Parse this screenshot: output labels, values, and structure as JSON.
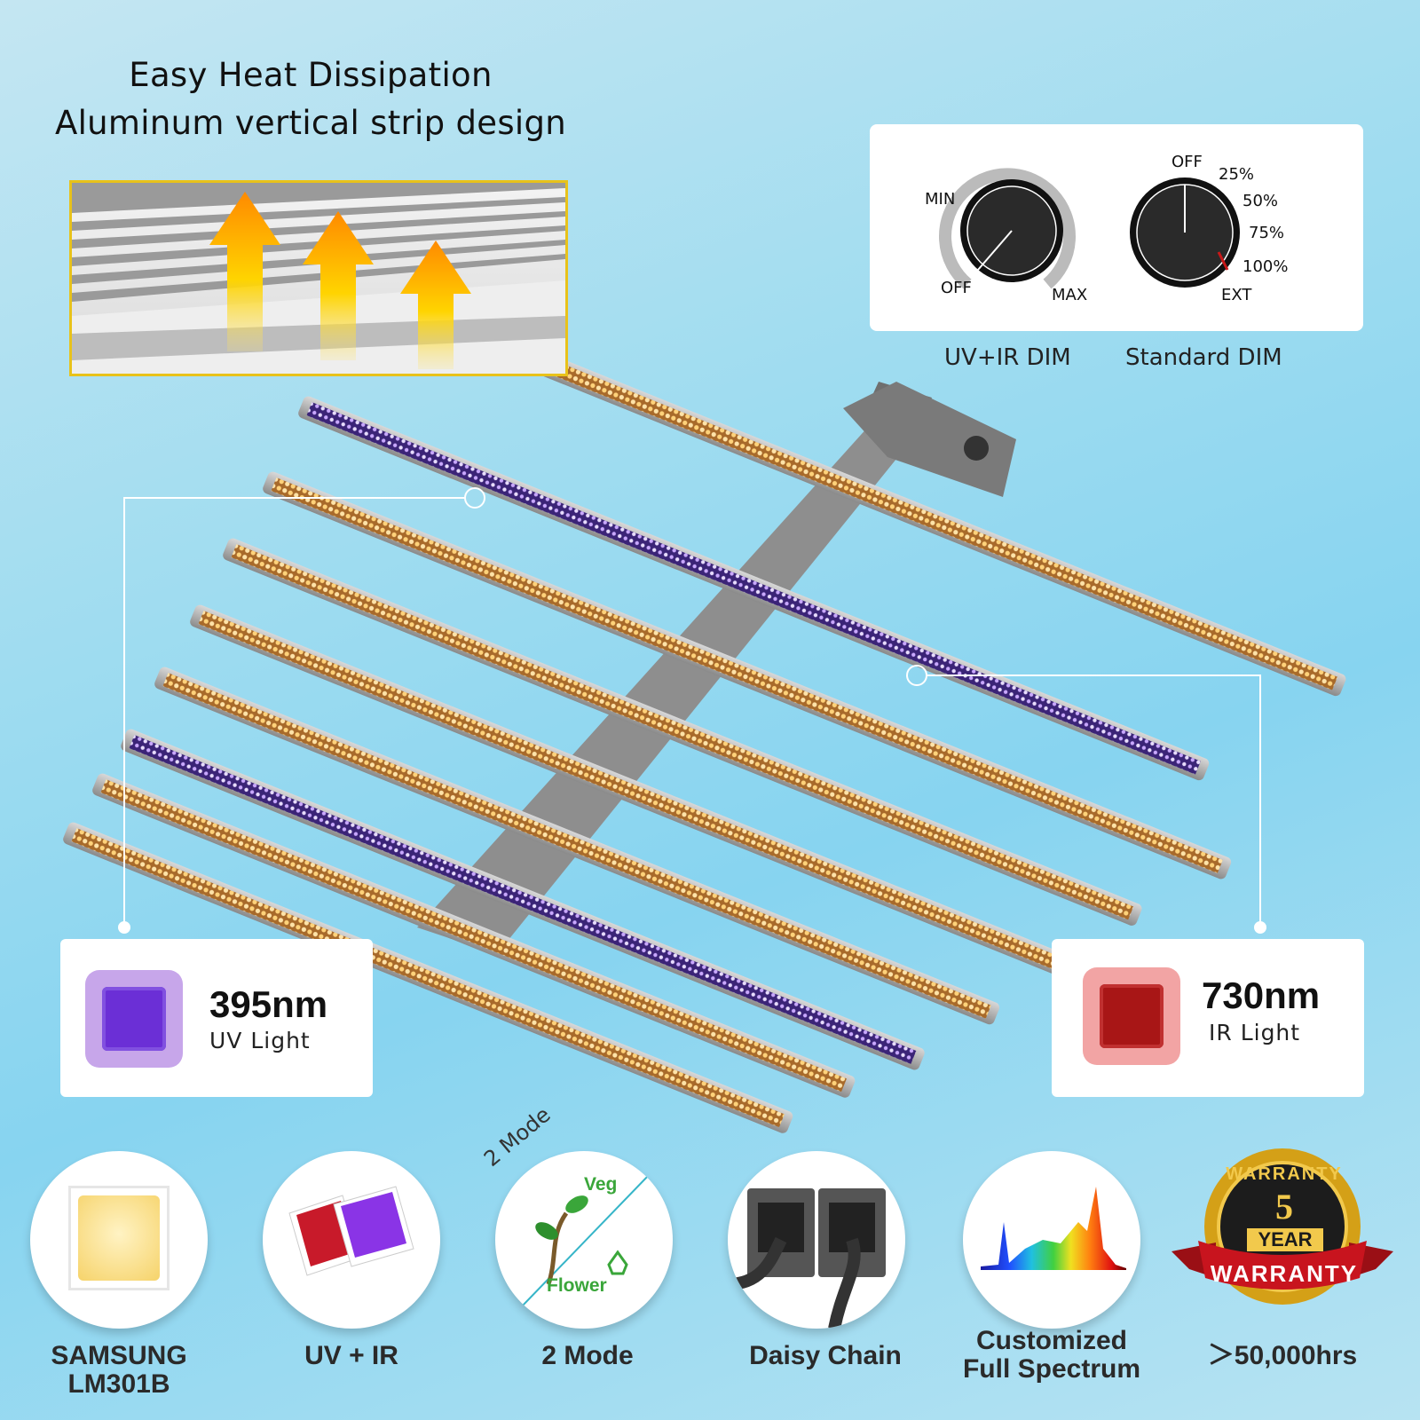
{
  "headline": {
    "line1": "Easy Heat Dissipation",
    "line2": "Aluminum vertical strip design"
  },
  "dimmers": {
    "uv_ir": {
      "label": "UV+IR DIM",
      "marks": {
        "min": "MIN",
        "off": "OFF",
        "max": "MAX"
      }
    },
    "standard": {
      "label": "Standard DIM",
      "marks": {
        "off": "OFF",
        "p25": "25%",
        "p50": "50%",
        "p75": "75%",
        "p100": "100%",
        "ext": "EXT"
      }
    }
  },
  "callouts": {
    "uv": {
      "wavelength": "395nm",
      "type": "UV  Light",
      "color": "#6b2fd6"
    },
    "ir": {
      "wavelength": "730nm",
      "type": "IR  Light",
      "color": "#b01818"
    }
  },
  "features": [
    {
      "id": "samsung",
      "label_line1": "SAMSUNG",
      "label_line2": "LM301B",
      "icon": "led-chip-icon"
    },
    {
      "id": "uvir",
      "label_line1": "UV + IR",
      "icon": "uv-ir-chips-icon"
    },
    {
      "id": "mode",
      "label_line1": "2 Mode",
      "icon": "veg-flower-icon",
      "arc_text": "2 Mode",
      "veg": "Veg",
      "flower": "Flower"
    },
    {
      "id": "daisy",
      "label_line1": "Daisy Chain",
      "icon": "rj-port-icon"
    },
    {
      "id": "spectrum",
      "label_line1": "Customized",
      "label_line2": "Full Spectrum",
      "icon": "spectrum-icon"
    },
    {
      "id": "warranty",
      "label_line1": "＞50,000hrs",
      "icon": "warranty-badge-icon",
      "badge_top": "WARRANTY",
      "badge_num": "5",
      "badge_year": "YEAR",
      "badge_ribbon": "WARRANTY"
    }
  ],
  "colors": {
    "led_warm": "#f4b23a",
    "led_red": "#e33a2a",
    "led_uv": "#7d3cf0",
    "bar_frame": "#b5b5b5",
    "badge_gold": "#d4a017",
    "badge_red": "#c8141e"
  }
}
